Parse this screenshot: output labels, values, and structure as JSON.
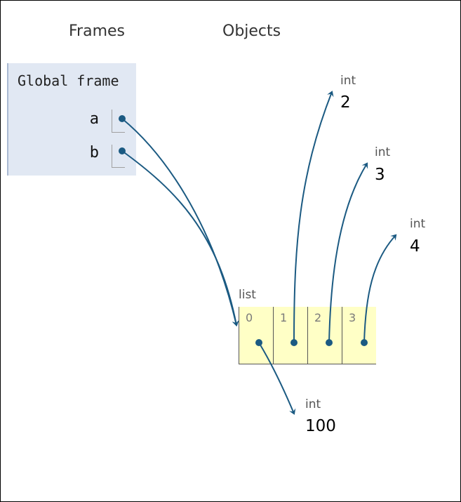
{
  "headers": {
    "frames": "Frames",
    "objects": "Objects"
  },
  "global_frame": {
    "title": "Global frame",
    "variables": [
      {
        "name": "a"
      },
      {
        "name": "b"
      }
    ]
  },
  "list_object": {
    "type_label": "list",
    "indices": [
      "0",
      "1",
      "2",
      "3"
    ]
  },
  "int_objects": [
    {
      "type_label": "int",
      "value": "2"
    },
    {
      "type_label": "int",
      "value": "3"
    },
    {
      "type_label": "int",
      "value": "4"
    },
    {
      "type_label": "int",
      "value": "100"
    }
  ],
  "colors": {
    "frame_bg": "#e1e8f3",
    "list_bg": "#ffffc6",
    "pointer": "#1b5a82"
  }
}
